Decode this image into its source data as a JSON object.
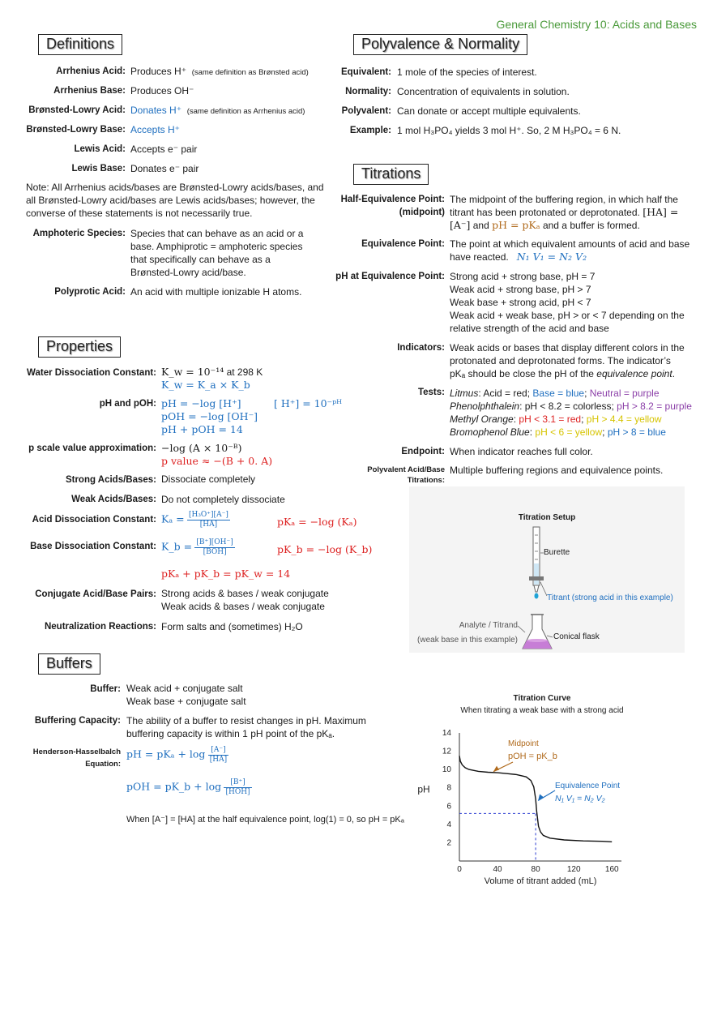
{
  "header": "General Chemistry 10: Acids and Bases",
  "sections": {
    "definitions": "Definitions",
    "polyvalence": "Polyvalence & Normality",
    "titrations": "Titrations",
    "properties": "Properties",
    "buffers": "Buffers"
  },
  "definitions": {
    "arrhenius_acid_label": "Arrhenius Acid:",
    "arrhenius_acid_val": "Produces H⁺",
    "arrhenius_acid_note": "(same definition as Brønsted acid)",
    "arrhenius_base_label": "Arrhenius Base:",
    "arrhenius_base_val": "Produces OH⁻",
    "bl_acid_label": "Brønsted-Lowry Acid:",
    "bl_acid_val": "Donates H⁺",
    "bl_acid_note": "(same definition as Arrhenius acid)",
    "bl_base_label": "Brønsted-Lowry Base:",
    "bl_base_val": "Accepts H⁺",
    "lewis_acid_label": "Lewis Acid:",
    "lewis_acid_val": "Accepts e⁻ pair",
    "lewis_base_label": "Lewis Base:",
    "lewis_base_val": "Donates e⁻ pair",
    "note": "Note: All Arrhenius acids/bases are Brønsted-Lowry acids/bases, and all Brønsted-Lowry acid/bases are Lewis acids/bases; however, the converse of these statements is not necessarily true.",
    "amphoteric_label": "Amphoteric Species:",
    "amphoteric_val": "Species that can behave as an acid or a base.  Amphiprotic = amphoteric species that specifically can behave as a Brønsted-Lowry acid/base.",
    "polyprotic_label": "Polyprotic Acid:",
    "polyprotic_val": "An acid with multiple ionizable H atoms."
  },
  "polyvalence": {
    "equivalent_label": "Equivalent:",
    "equivalent_val": "1 mole of the species of interest.",
    "normality_label": "Normality:",
    "normality_val": "Concentration of equivalents in solution.",
    "polyvalent_label": "Polyvalent:",
    "polyvalent_val": "Can donate or accept multiple equivalents.",
    "example_label": "Example:",
    "example_val": "1 mol H₃PO₄ yields 3 mol H⁺.  So, 2 M H₃PO₄ = 6 N."
  },
  "titrations": {
    "half_label": "Half-Equivalence Point:",
    "half_label2": "(midpoint)",
    "half_val1": "The midpoint of the buffering region, in which half the",
    "half_val2": "titrant has been protonated or deprotonated.",
    "half_val2_math": "[HA] =",
    "half_val3_math": "[A⁻]",
    "half_val3_and": "and",
    "half_val3_pka": "pH = pKₐ",
    "half_val3_end": "and a buffer is formed.",
    "equiv_label": "Equivalence Point:",
    "equiv_val1": "The point at which equivalent amounts of acid and base",
    "equiv_val2": "have reacted.",
    "equiv_math": "N₁ V₁ = N₂ V₂",
    "ph_equiv_label": "pH at Equivalence Point:",
    "ph_equiv_lines": [
      "Strong acid + strong base, pH = 7",
      "Weak acid + strong base, pH > 7",
      "Weak base + strong acid, pH < 7",
      "Weak acid + weak base, pH > or < 7 depending on the",
      "relative strength of the acid and base"
    ],
    "indicators_label": "Indicators:",
    "indicators_val1": "Weak acids or bases that display different colors in the",
    "indicators_val2": "protonated and deprotonated forms.  The indicator’s",
    "indicators_val3a": "pKₐ should be close the pH of the",
    "indicators_val3b": "equivalence point",
    "indicators_val3c": ".",
    "tests_label": "Tests:",
    "litmus_name": "Litmus",
    "litmus_a": ":  Acid = red;",
    "litmus_b": "Base = blue",
    "litmus_c": ";",
    "litmus_d": "Neutral = purple",
    "phenol_name": "Phenolphthalein",
    "phenol_a": ":  pH < 8.2 = colorless;",
    "phenol_b": "pH > 8.2 = purple",
    "methyl_name": "Methyl Orange",
    "methyl_a": ":",
    "methyl_b": "pH < 3.1 = red",
    "methyl_c": ";",
    "methyl_d": "pH > 4.4 = yellow",
    "bromo_name": "Bromophenol Blue",
    "bromo_a": ":",
    "bromo_b": "pH < 6 = yellow",
    "bromo_c": ";",
    "bromo_d": "pH > 8 = blue",
    "endpoint_label": "Endpoint:",
    "endpoint_val": "When indicator reaches full color.",
    "polyvalent_titr_label1": "Polyvalent Acid/Base",
    "polyvalent_titr_label2": "Titrations:",
    "polyvalent_titr_val": "Multiple buffering regions and equivalence points."
  },
  "setup": {
    "title": "Titration Setup",
    "burette": "Burette",
    "titrant": "Titrant (strong acid in this example)",
    "analyte1": "Analyte / Titrand",
    "analyte2": "(weak base in this example)",
    "flask": "Conical flask"
  },
  "properties": {
    "water_label": "Water Dissociation Constant:",
    "water_val1": "K_w = 10⁻¹⁴",
    "water_val1_tail": "at 298 K",
    "water_val2": "K_w = K_a × K_b",
    "ph_label": "pH and pOH:",
    "ph_eq1": "pH = −log [H⁺]",
    "ph_eq2": "pOH = −log [OH⁻]",
    "ph_eq3": "pH + pOH = 14",
    "h_eq": "[ H⁺] = 10⁻ᵖᴴ",
    "pscale_label": "p scale value approximation:",
    "pscale1": "−log (A × 10⁻ᴮ)",
    "pscale2": "p value ≈ −(B + 0. A)",
    "strong_label": "Strong Acids/Bases:",
    "strong_val": "Dissociate completely",
    "weak_label": "Weak Acids/Bases:",
    "weak_val": "Do not completely dissociate",
    "ka_label": "Acid Dissociation Constant:",
    "ka_lhs": "Kₐ =",
    "ka_num": "[H₃O⁺][A⁻]",
    "ka_den": "[HA]",
    "pka_eq": "pKₐ = −log (Kₐ)",
    "kb_label": "Base Dissociation Constant:",
    "kb_lhs": "K_b =",
    "kb_num": "[B⁺][OH⁻]",
    "kb_den": "[BOH]",
    "pkb_eq": "pK_b = −log (K_b)",
    "pk_sum": "pKₐ + pK_b = pK_w = 14",
    "conj_label": "Conjugate Acid/Base Pairs:",
    "conj_val1": "Strong acids & bases / weak conjugate",
    "conj_val2": "Weak acids & bases / weak conjugate",
    "neut_label": "Neutralization Reactions:",
    "neut_val": "Form salts and (sometimes) H₂O"
  },
  "buffers": {
    "buffer_label": "Buffer:",
    "buffer_val1": "Weak acid + conjugate salt",
    "buffer_val2": "Weak base + conjugate salt",
    "capacity_label": "Buffering Capacity:",
    "capacity_val1": "The ability of a buffer to resist changes in pH.  Maximum",
    "capacity_val2": "buffering capacity is within 1 pH point of the pKₐ.",
    "hh_label1": "Henderson-Hasselbalch",
    "hh_label2": "Equation:",
    "hh1_lhs": "pH = pKₐ + log",
    "hh1_num": "[A⁻]",
    "hh1_den": "[HA]",
    "hh2_lhs": "pOH = pK_b + log",
    "hh2_num": "[B⁺]",
    "hh2_den": "[HOH]",
    "note": "When [A⁻] = [HA] at the half equivalence point, log(1) = 0, so pH = pKₐ"
  },
  "chart_data": {
    "type": "line",
    "title": "Titration Curve",
    "subtitle": "When titrating a weak base with a strong acid",
    "xlabel": "Volume of titrant added (mL)",
    "ylabel": "pH",
    "xlim": [
      0,
      170
    ],
    "ylim": [
      0,
      14
    ],
    "xticks": [
      0,
      40,
      80,
      120,
      160
    ],
    "yticks": [
      2,
      4,
      6,
      8,
      10,
      12,
      14
    ],
    "x": [
      0,
      1,
      3,
      6,
      10,
      20,
      30,
      40,
      50,
      60,
      70,
      75,
      78,
      80,
      81,
      82,
      83,
      85,
      88,
      95,
      110,
      130,
      150,
      160
    ],
    "y": [
      11.5,
      10.9,
      10.5,
      10.2,
      10.0,
      9.8,
      9.7,
      9.65,
      9.55,
      9.45,
      9.2,
      8.8,
      8.1,
      6.8,
      5.5,
      4.6,
      3.8,
      3.2,
      2.8,
      2.5,
      2.3,
      2.2,
      2.15,
      2.1
    ],
    "midpoint_label": "Midpoint",
    "midpoint_eq": "pOH = pK_b",
    "equivalence_label": "Equivalence Point",
    "equivalence_eq": "N₁ V₁ = N₂ V₂",
    "equivalence_x": 80,
    "equivalence_y": 5.2,
    "colors": {
      "curve": "#111111",
      "dashed": "#2a3bd0",
      "label": "#b06a1c",
      "equivalence": "#1f6fbf"
    }
  }
}
